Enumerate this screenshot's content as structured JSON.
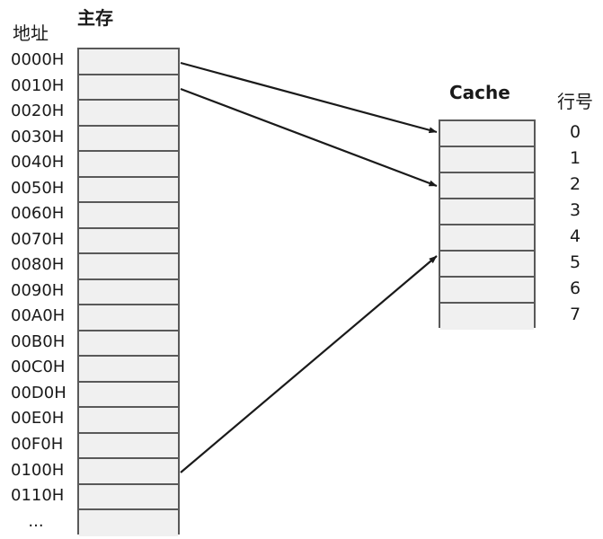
{
  "diagram": {
    "labels": {
      "address_header": "地址",
      "main_memory_title": "主存",
      "cache_title": "Cache",
      "line_number_header": "行号"
    },
    "main_memory": {
      "title": "主存",
      "block_count": 19,
      "addresses": [
        "0000H",
        "0010H",
        "0020H",
        "0030H",
        "0040H",
        "0050H",
        "0060H",
        "0070H",
        "0080H",
        "0090H",
        "00A0H",
        "00B0H",
        "00C0H",
        "00D0H",
        "00E0H",
        "00F0H",
        "0100H",
        "0110H",
        "..."
      ]
    },
    "cache": {
      "title": "Cache",
      "line_count": 8,
      "line_numbers": [
        "0",
        "1",
        "2",
        "3",
        "4",
        "5",
        "6",
        "7"
      ]
    },
    "mappings": [
      {
        "from_address": "0000H",
        "to_line": "0"
      },
      {
        "from_address": "0010H",
        "to_line": "2"
      },
      {
        "from_address": "0100H",
        "to_line": "5"
      }
    ],
    "colors": {
      "cell_fill": "#f0f0f0",
      "cell_border": "#595959",
      "arrow": "#1a1a1a",
      "text": "#1a1a1a",
      "background": "#ffffff"
    }
  }
}
